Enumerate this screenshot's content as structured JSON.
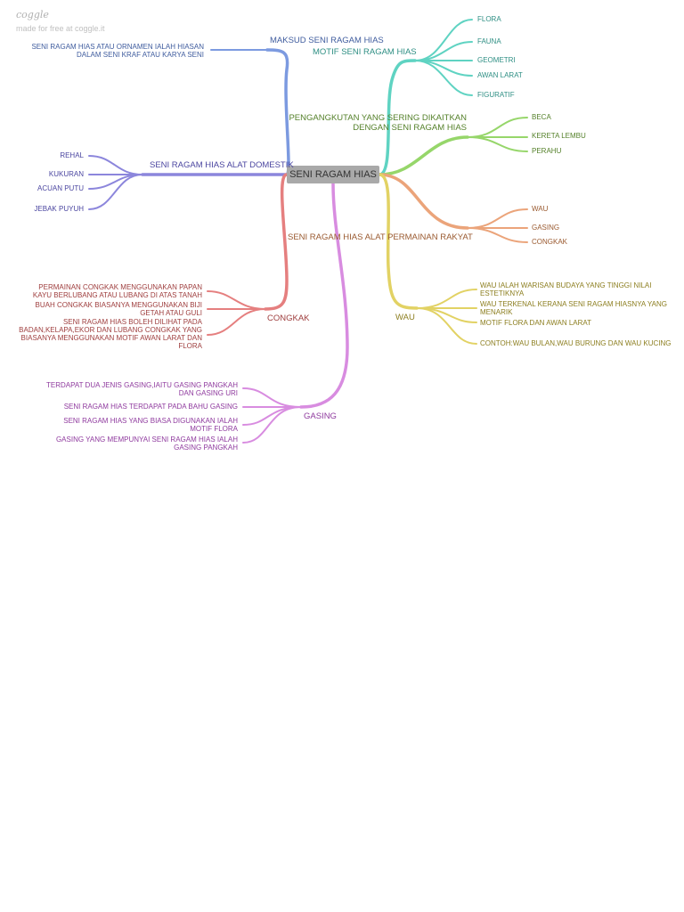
{
  "brand": {
    "logo": "coggle",
    "credit": "made for free at coggle.it"
  },
  "root": {
    "label": "SENI RAGAM HIAS"
  },
  "colors": {
    "maksud": "#7c9ae0",
    "motif": "#5fd3c2",
    "pengangkutan": "#96d66a",
    "domestik": "#8c86dc",
    "permainan": "#eba47a",
    "congkak": "#e57f7f",
    "wau": "#e2d264",
    "gasing": "#d88ce0"
  },
  "branches": {
    "maksud": {
      "label": "MAKSUD SENI RAGAM HIAS",
      "leaves": [
        "SENI RAGAM HIAS ATAU ORNAMEN IALAH HIASAN DALAM SENI KRAF ATAU KARYA SENI"
      ]
    },
    "motif": {
      "label": "MOTIF SENI RAGAM HIAS",
      "leaves": [
        "FLORA",
        "FAUNA",
        "GEOMETRI",
        "AWAN LARAT",
        "FIGURATIF"
      ]
    },
    "pengangkutan": {
      "label": "PENGANGKUTAN YANG SERING DIKAITKAN DENGAN SENI RAGAM HIAS",
      "leaves": [
        "BECA",
        "KERETA LEMBU",
        "PERAHU"
      ]
    },
    "domestik": {
      "label": "SENI RAGAM HIAS ALAT DOMESTIK",
      "leaves": [
        "REHAL",
        "KUKURAN",
        "ACUAN PUTU",
        "JEBAK PUYUH"
      ]
    },
    "permainan": {
      "label": "SENI RAGAM HIAS ALAT PERMAINAN RAKYAT",
      "leaves": [
        "WAU",
        "GASING",
        "CONGKAK"
      ]
    },
    "congkak": {
      "label": "CONGKAK",
      "leaves": [
        "PERMAINAN CONGKAK MENGGUNAKAN PAPAN KAYU BERLUBANG ATAU LUBANG DI ATAS TANAH",
        "BUAH CONGKAK BIASANYA MENGGUNAKAN BIJI GETAH ATAU GULI",
        "SENI RAGAM HIAS BOLEH DILIHAT PADA BADAN,KELAPA,EKOR DAN LUBANG CONGKAK YANG BIASANYA MENGGUNAKAN MOTIF AWAN LARAT DAN FLORA"
      ]
    },
    "wau": {
      "label": "WAU",
      "leaves": [
        "WAU IALAH WARISAN BUDAYA YANG TINGGI NILAI ESTETIKNYA",
        "WAU TERKENAL KERANA SENI RAGAM HIASNYA YANG MENARIK",
        "MOTIF FLORA DAN AWAN LARAT",
        "CONTOH:WAU BULAN,WAU BURUNG DAN WAU KUCING"
      ]
    },
    "gasing": {
      "label": "GASING",
      "leaves": [
        "TERDAPAT DUA JENIS GASING,IAITU GASING PANGKAH DAN GASING URI",
        "SENI RAGAM HIAS TERDAPAT PADA BAHU GASING",
        "SENI RAGAM HIAS YANG BIASA DIGUNAKAN IALAH MOTIF FLORA",
        "GASING YANG MEMPUNYAI SENI RAGAM HIAS IALAH GASING PANGKAH"
      ]
    }
  }
}
